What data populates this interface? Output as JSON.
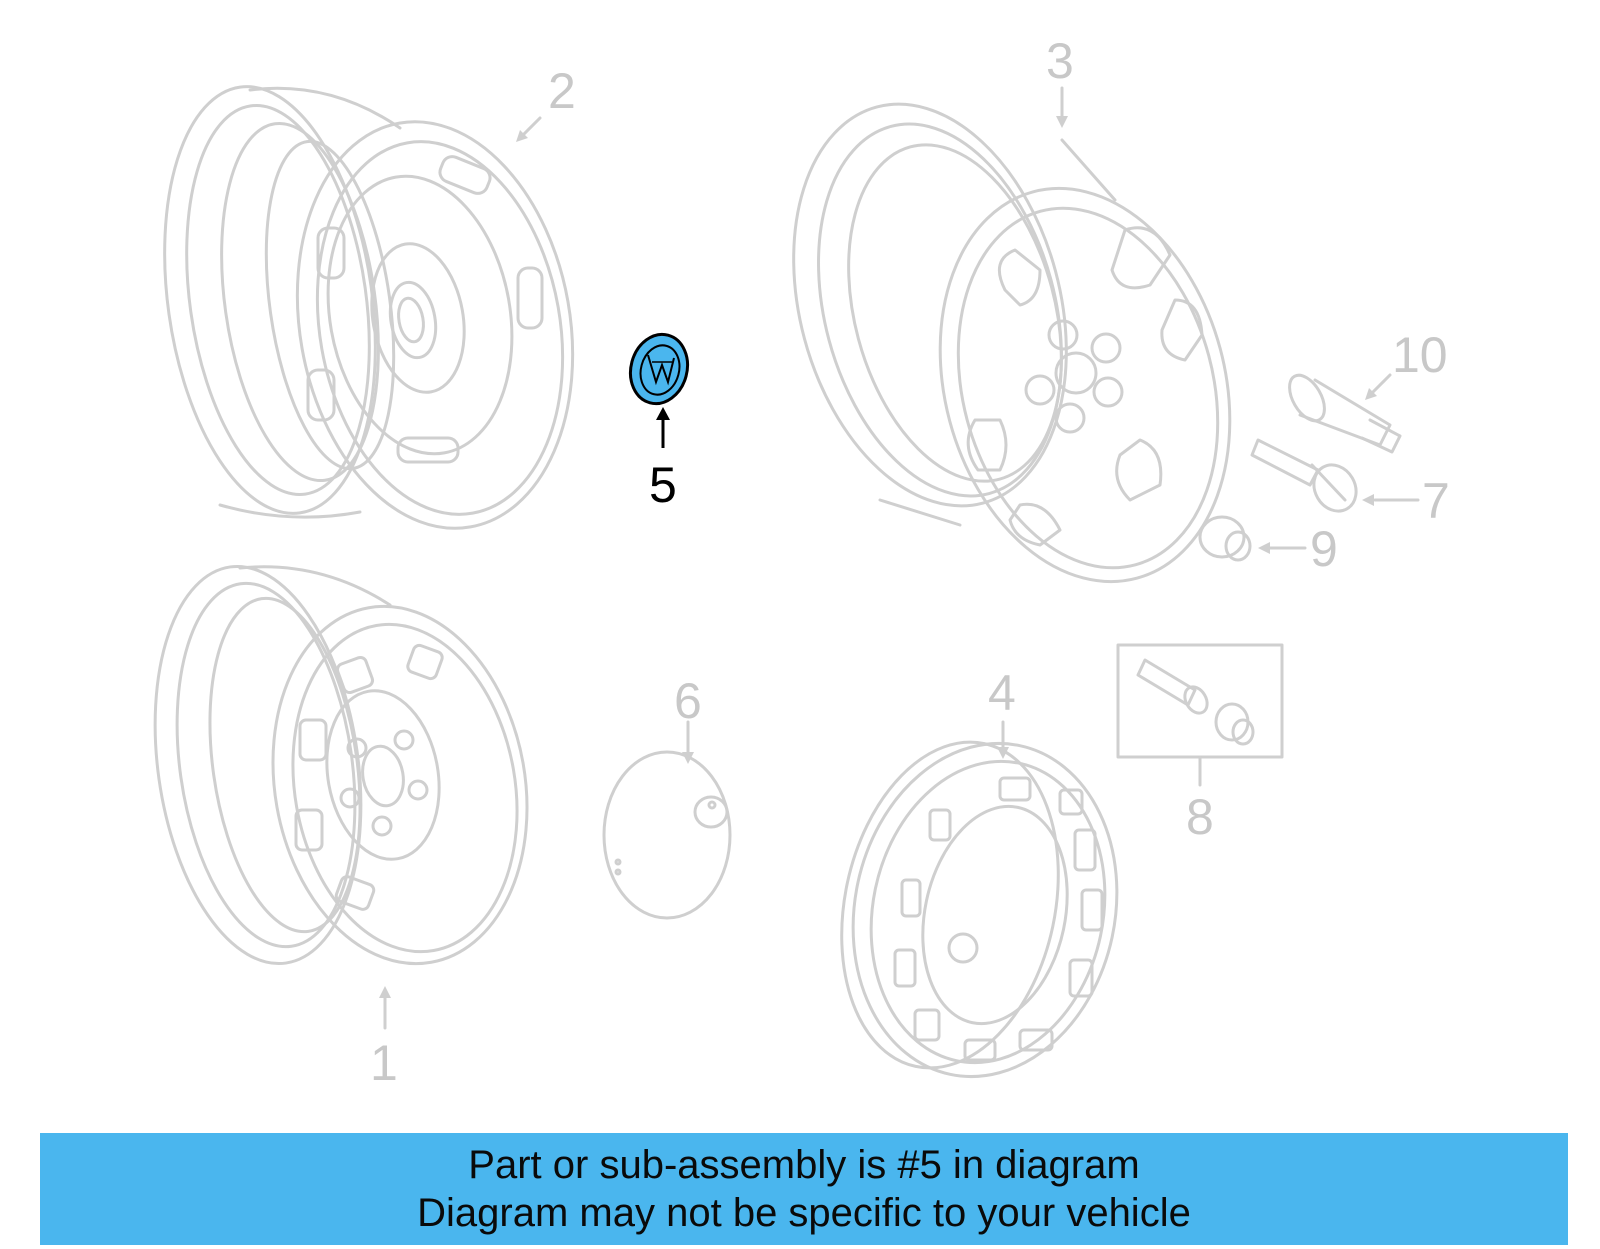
{
  "diagram": {
    "highlight_color": "#4ab6ee",
    "line_color": "#cfcfcf",
    "callouts": [
      {
        "number": "1",
        "part": "steel wheel",
        "highlighted": false
      },
      {
        "number": "2",
        "part": "steel wheel",
        "highlighted": false
      },
      {
        "number": "3",
        "part": "alloy wheel",
        "highlighted": false
      },
      {
        "number": "4",
        "part": "wheel cover",
        "highlighted": false
      },
      {
        "number": "5",
        "part": "center cap",
        "highlighted": true
      },
      {
        "number": "6",
        "part": "center cap",
        "highlighted": false
      },
      {
        "number": "7",
        "part": "lug bolt",
        "highlighted": false
      },
      {
        "number": "8",
        "part": "wheel lock kit",
        "highlighted": false
      },
      {
        "number": "9",
        "part": "lug nut",
        "highlighted": false
      },
      {
        "number": "10",
        "part": "valve stem",
        "highlighted": false
      }
    ]
  },
  "banner": {
    "line1": "Part or sub-assembly is #5 in diagram",
    "line2": "Diagram may not be specific to your vehicle",
    "background": "#4ab6ee"
  }
}
